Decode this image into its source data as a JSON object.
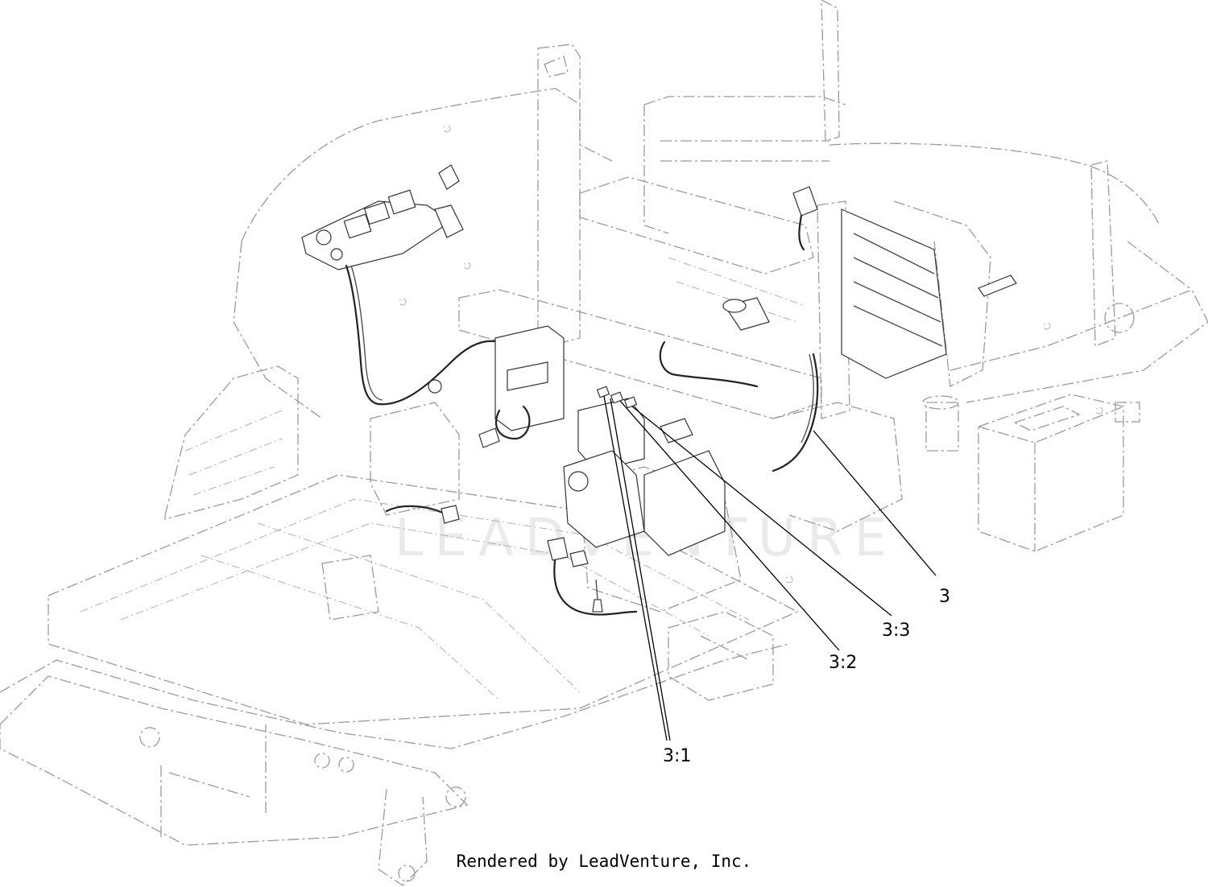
{
  "callouts": {
    "c3": "3",
    "c3_3": "3:3",
    "c3_2": "3:2",
    "c3_1": "3:1"
  },
  "watermark": "LEADVENTURE",
  "footer": "Rendered by LeadVenture, Inc."
}
